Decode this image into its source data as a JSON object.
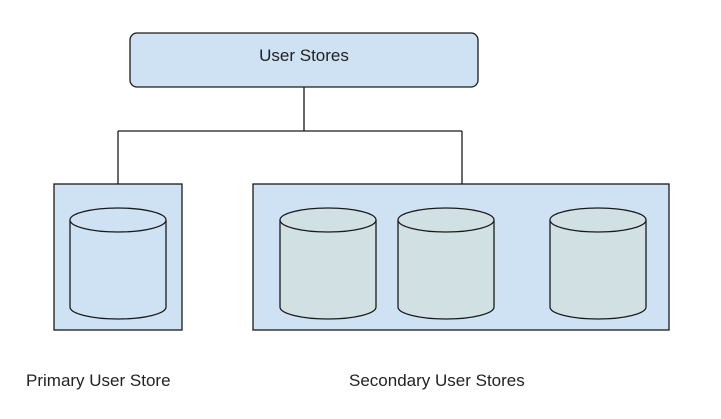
{
  "root": {
    "label": "User Stores"
  },
  "primary": {
    "caption": "Primary User Store"
  },
  "secondary": {
    "caption": "Secondary User Stores"
  },
  "colors": {
    "box_fill": "#cfe2f3",
    "stroke": "#1a1a1a",
    "primary_cylinder": "#cfe2f3",
    "secondary_cylinder": "#d0e0e3",
    "line": "#1a1a1a"
  }
}
